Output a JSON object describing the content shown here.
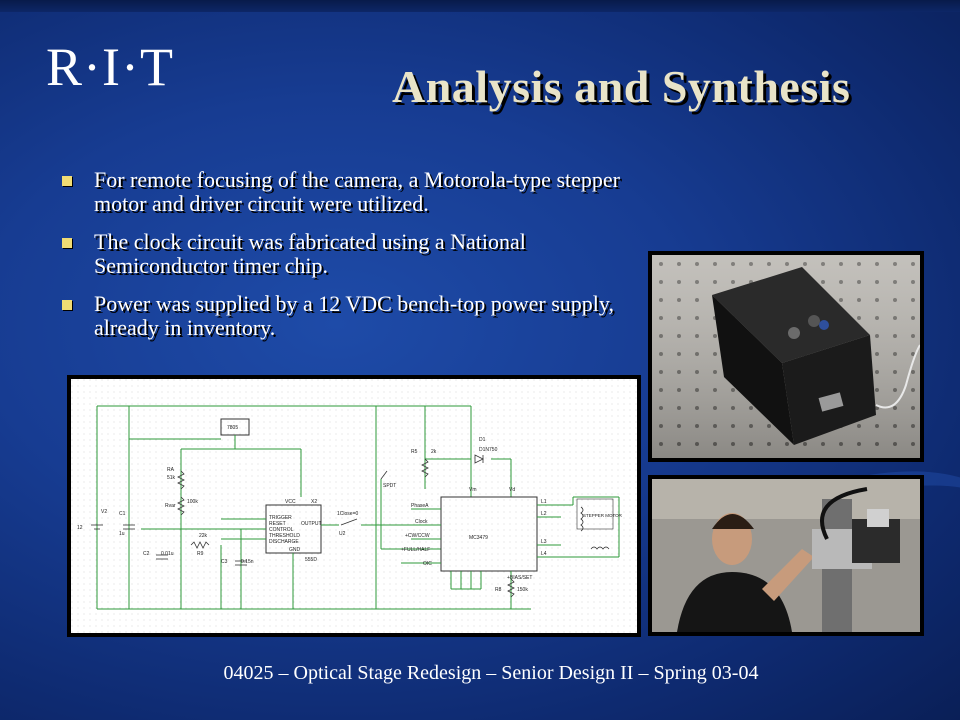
{
  "logo": "R·I·T",
  "slide": {
    "title": "Analysis and Synthesis",
    "bullets": [
      "For remote focusing of the camera, a Motorola-type stepper motor and driver circuit were utilized.",
      " The clock circuit was fabricated using a National Semiconductor timer chip.",
      "Power was supplied by a 12 VDC bench-top power supply, already in inventory."
    ],
    "footer": "04025 – Optical Stage Redesign – Senior Design II – Spring 03-04"
  },
  "schematic": {
    "labels": {
      "reg": "7805",
      "v2": "V2",
      "v2val": "12",
      "c1": "C1",
      "c1val": "1u",
      "ra": "RA",
      "raval": "51k",
      "rvar": "Rvar",
      "rvarval": "100k",
      "r9": "R9",
      "r9val": "22k",
      "c2": "C2",
      "c2val": "0.01u",
      "c3": "C3",
      "c3val": "0.15n",
      "x2": "X2",
      "timer": "555D",
      "vcc": "VCC",
      "trigger": "TRIGGER",
      "reset": "RESET",
      "output": "OUTPUT",
      "control": "CONTROL",
      "threshold": "THRESHOLD",
      "discharge": "DISCHARGE",
      "gnd": "GND",
      "switch": "1Close=0",
      "u2": "U2",
      "r5": "R5",
      "r5val": "2k",
      "d1": "D1",
      "d1val": "D1N750",
      "spdt": "SPDT",
      "phasea": "PhaseA",
      "clock": "Clock",
      "cwccw": "+CW/CCW",
      "fullhalf": "+FULL/HALF",
      "oic": "OIC",
      "ic": "MC3479",
      "vm": "Vm",
      "vd": "Vd",
      "biasset": "+BIAS/SET",
      "r8": "R8",
      "r8val": "150k",
      "motor": "STEPPER MOTOR",
      "l1": "L1",
      "l2": "L2",
      "l3": "L3",
      "l4": "L4"
    }
  },
  "photos": {
    "top": "black-enclosure-photo",
    "bottom": "student-with-optical-stage-photo"
  },
  "colors": {
    "title": "#e9e4c8",
    "bullet": "#f0dc74",
    "text": "#ffffff",
    "background": "#173c92"
  }
}
